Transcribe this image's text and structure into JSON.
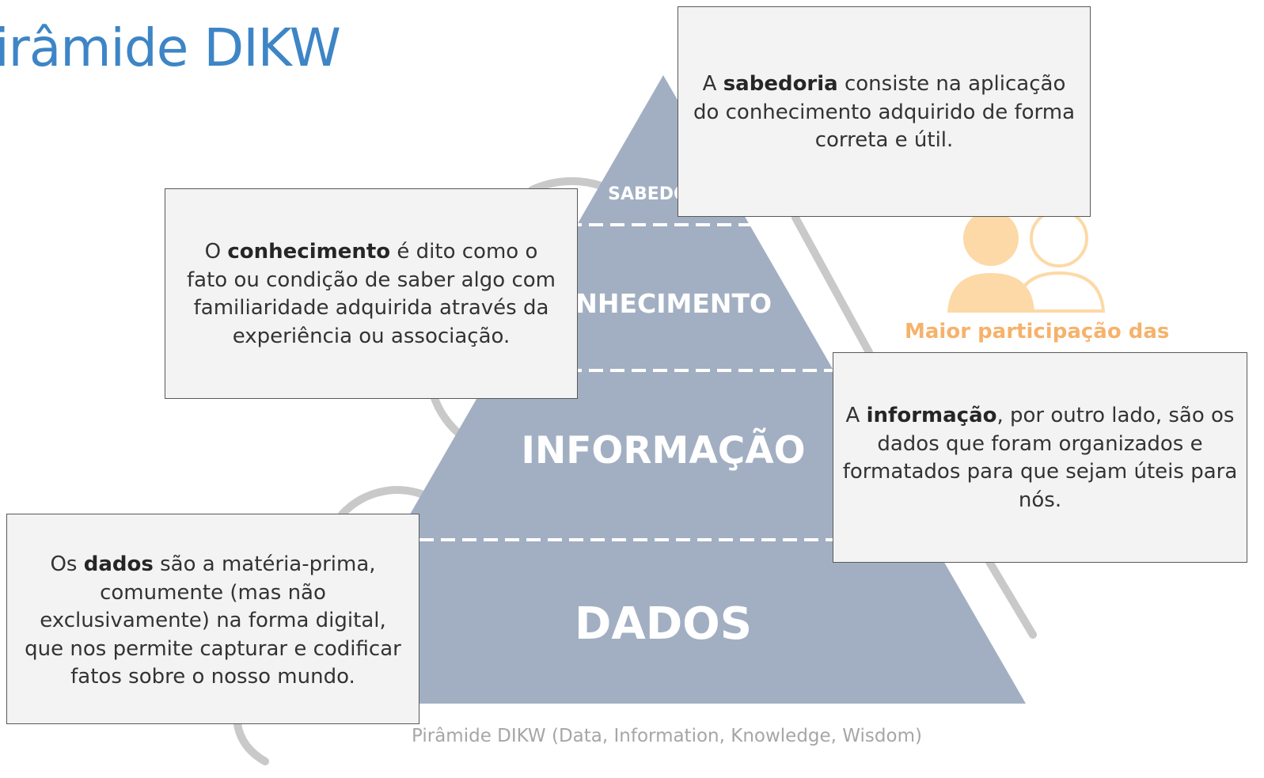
{
  "title": "Pirâmide DIKW",
  "levels": {
    "sabedoria": "SABEDORIA",
    "conhecimento": "CONHECIMENTO",
    "informacao": "INFORMAÇÃO",
    "dados": "DADOS"
  },
  "boxes": {
    "sabedoria": {
      "pre": "A ",
      "bold": "sabedoria",
      "post": " consiste na aplicação do conhecimento adquirido de forma correta e útil."
    },
    "conhecimento": {
      "pre": "O ",
      "bold": "conhecimento",
      "post": " é dito como o fato ou condição de saber algo com familiaridade adquirida através da experiência ou associação."
    },
    "informacao": {
      "pre": "A ",
      "bold": "informação",
      "post": ", por outro lado, são os dados que foram organizados e formatados para que sejam úteis para nós."
    },
    "dados": {
      "pre": "Os ",
      "bold": "dados",
      "post": " são a matéria-prima, comumente (mas não exclusivamente) na forma digital, que nos permite capturar e codificar fatos sobre o nosso mundo."
    }
  },
  "people_text": "Maior participação das",
  "caption": "Pirâmide DIKW (Data, Information, Knowledge, Wisdom)",
  "colors": {
    "title": "#3d85c6",
    "pyramid": "#a2afc2",
    "people": "#f6b26b",
    "box_bg": "#f3f3f3",
    "box_border": "#595959"
  },
  "icons": [
    "person-filled-icon",
    "person-outline-icon"
  ]
}
